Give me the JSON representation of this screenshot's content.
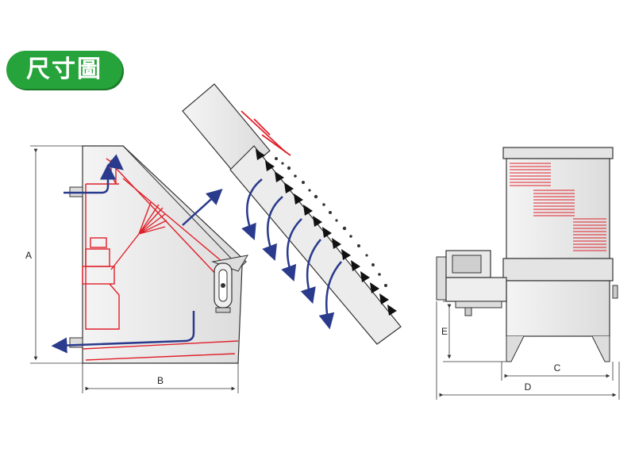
{
  "title_badge": {
    "label": "尺寸圖"
  },
  "dimensions": {
    "A": "A",
    "B": "B",
    "C": "C",
    "D": "D",
    "E": "E"
  },
  "colors": {
    "badge": "#26a33a",
    "flow_arrow": "#2a3a8c",
    "duct_line": "#e0202a",
    "body_fill": "#e9e9e9",
    "outline": "#333333"
  }
}
